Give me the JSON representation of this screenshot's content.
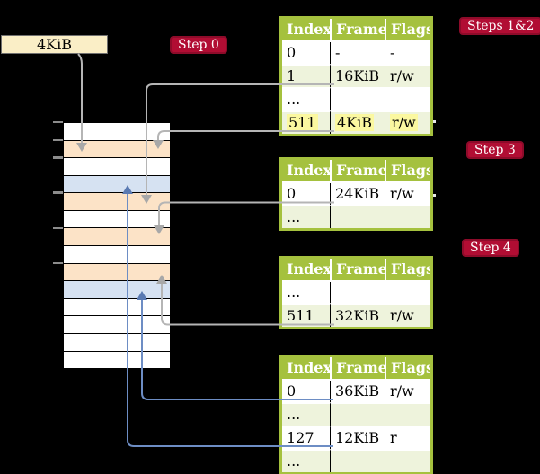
{
  "frame_box": {
    "label": "4KiB"
  },
  "badges": {
    "step0": "Step 0",
    "steps12": "Steps 1&2",
    "step3": "Step 3",
    "step4": "Step 4"
  },
  "memory": {
    "rows": [
      {
        "fill": "white"
      },
      {
        "fill": "peach"
      },
      {
        "fill": "white"
      },
      {
        "fill": "blue"
      },
      {
        "fill": "peach"
      },
      {
        "fill": "white"
      },
      {
        "fill": "peach"
      },
      {
        "fill": "white"
      },
      {
        "fill": "peach"
      },
      {
        "fill": "blue"
      },
      {
        "fill": "white"
      },
      {
        "fill": "white"
      },
      {
        "fill": "white"
      },
      {
        "fill": "white"
      }
    ]
  },
  "tables": [
    {
      "name": "steps12",
      "headers": [
        "Index",
        "Frame",
        "Flags"
      ],
      "rows": [
        {
          "index": "0",
          "frame": "-",
          "flags": "-"
        },
        {
          "index": "1",
          "frame": "16KiB",
          "flags": "r/w"
        },
        {
          "index": "...",
          "frame": "",
          "flags": ""
        },
        {
          "index": "511",
          "frame": "4KiB",
          "flags": "r/w"
        }
      ]
    },
    {
      "name": "step3",
      "headers": [
        "Index",
        "Frame",
        "Flags"
      ],
      "rows": [
        {
          "index": "0",
          "frame": "24KiB",
          "flags": "r/w"
        },
        {
          "index": "...",
          "frame": "",
          "flags": ""
        }
      ]
    },
    {
      "name": "step4",
      "headers": [
        "Index",
        "Frame",
        "Flags"
      ],
      "rows": [
        {
          "index": "...",
          "frame": "",
          "flags": ""
        },
        {
          "index": "511",
          "frame": "32KiB",
          "flags": "r/w"
        }
      ]
    },
    {
      "name": "final",
      "headers": [
        "Index",
        "Frame",
        "Flags"
      ],
      "rows": [
        {
          "index": "0",
          "frame": "36KiB",
          "flags": "r/w"
        },
        {
          "index": "...",
          "frame": "",
          "flags": ""
        },
        {
          "index": "127",
          "frame": "12KiB",
          "flags": "r"
        },
        {
          "index": "...",
          "frame": "",
          "flags": ""
        }
      ]
    }
  ],
  "connectors": [
    {
      "from": "frame-box-4KiB",
      "to": "memory-frame-4KiB",
      "color": "gray"
    },
    {
      "from": "table-steps12-index-1",
      "to": "memory-frame-16KiB",
      "color": "gray"
    },
    {
      "from": "table-steps12-index-511",
      "to": "memory-frame-4KiB",
      "color": "gray"
    },
    {
      "from": "table-step3-index-0",
      "to": "memory-frame-24KiB",
      "color": "gray"
    },
    {
      "from": "table-step4-index-511",
      "to": "memory-frame-32KiB",
      "color": "gray"
    },
    {
      "from": "table-final-index-0",
      "to": "memory-frame-36KiB",
      "color": "blue"
    },
    {
      "from": "table-final-index-127",
      "to": "memory-frame-12KiB",
      "color": "blue"
    }
  ],
  "colors": {
    "background": "#000000",
    "table_header_green": "#a5c13e",
    "table_row_green": "#eef3dc",
    "memory_peach": "#fce3c7",
    "memory_blue": "#d6e2f2",
    "highlight_yellow": "#fbf8a0",
    "frame_box_cream": "#faeec6",
    "badge_red": "#b10d33",
    "connector_gray": "#b5b5b5",
    "connector_blue": "#6d8dc4"
  }
}
